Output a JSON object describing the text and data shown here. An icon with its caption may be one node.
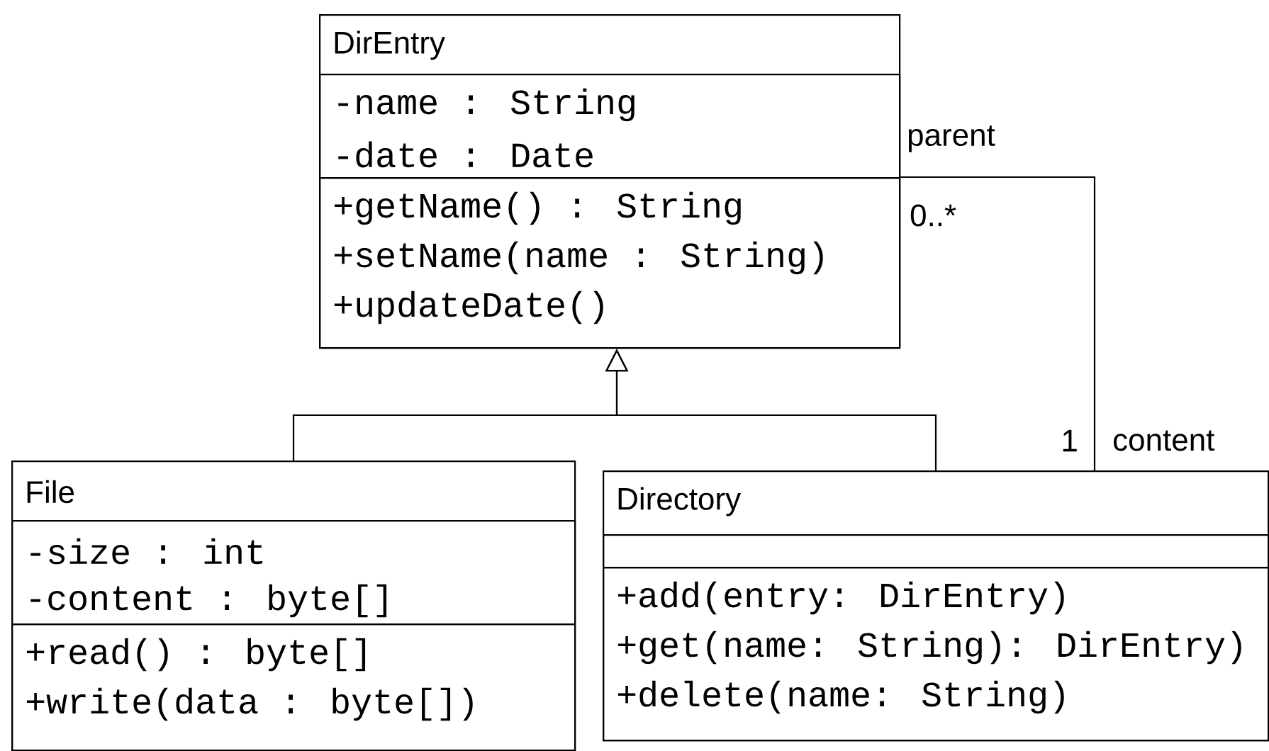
{
  "diagram": {
    "nodes": [
      {
        "text": [
          "DirEntry"
        ]
      },
      {
        "text": [
          "-name : String",
          "-date : Date"
        ],
        "in": 0
      },
      {
        "text": [
          "+getName() : String",
          "+setName(name : String)",
          "+updateDate()"
        ],
        "in": 0
      },
      {
        "text": [
          "File"
        ]
      },
      {
        "text": [
          "-size : int",
          "-content : byte[]"
        ],
        "in": 3
      },
      {
        "text": [
          "+read() : byte[]",
          "+write(data : byte[])"
        ],
        "in": 3
      },
      {
        "text": [
          "Directory"
        ]
      },
      {
        "text": [],
        "shape": "box",
        "in": 6
      },
      {
        "text": [
          "+add(entry: DirEntry)",
          "+get(name: String): DirEntry)",
          "+delete(name: String)"
        ],
        "in": 6
      }
    ],
    "edges": [
      {
        "from": 3,
        "to": 0,
        "arrow": "to"
      },
      {
        "from": 6,
        "to": 0,
        "arrow": "to"
      },
      {
        "from": 0,
        "to": 6,
        "arrow": "none"
      }
    ],
    "labels": [
      "parent",
      "0..*",
      "1",
      "content"
    ]
  }
}
